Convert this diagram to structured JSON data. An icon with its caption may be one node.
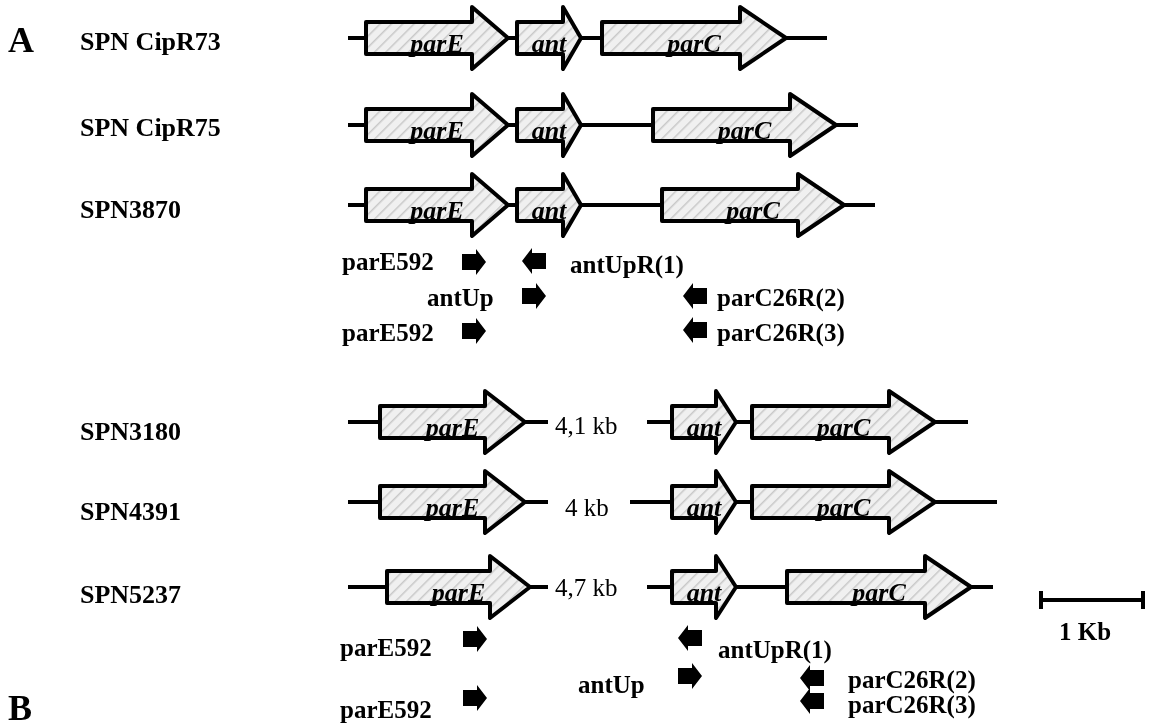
{
  "diagram": {
    "nodes": [
      {
        "text": [
          "parE"
        ]
      },
      {
        "text": [
          "ant"
        ]
      },
      {
        "text": [
          "parC"
        ]
      },
      {
        "text": [
          "parE"
        ]
      },
      {
        "text": [
          "ant"
        ]
      },
      {
        "text": [
          "parC"
        ]
      },
      {
        "text": [
          "parE"
        ]
      },
      {
        "text": [
          "ant"
        ]
      },
      {
        "text": [
          "parC"
        ]
      },
      {
        "text": [
          "parE"
        ]
      },
      {
        "text": [
          "ant"
        ]
      },
      {
        "text": [
          "parC"
        ]
      },
      {
        "text": [
          "parE"
        ]
      },
      {
        "text": [
          "ant"
        ]
      },
      {
        "text": [
          "parC"
        ]
      },
      {
        "text": [
          "parE"
        ]
      },
      {
        "text": [
          "ant"
        ]
      },
      {
        "text": [
          "parC"
        ]
      }
    ],
    "labels": [
      "A",
      "SPN CipR73",
      "SPN CipR75",
      "SPN3870",
      "parE592",
      "antUpR(1)",
      "antUp",
      "parC26R(2)",
      "parE592",
      "parC26R(3)",
      "SPN3180",
      "4,1 kb",
      "SPN4391",
      "4 kb",
      "SPN5237",
      "4,7 kb",
      "1 Kb",
      "parE592",
      "antUpR(1)",
      "antUp",
      "parC26R(2)",
      "B",
      "parE592",
      "parC26R(3)"
    ]
  }
}
